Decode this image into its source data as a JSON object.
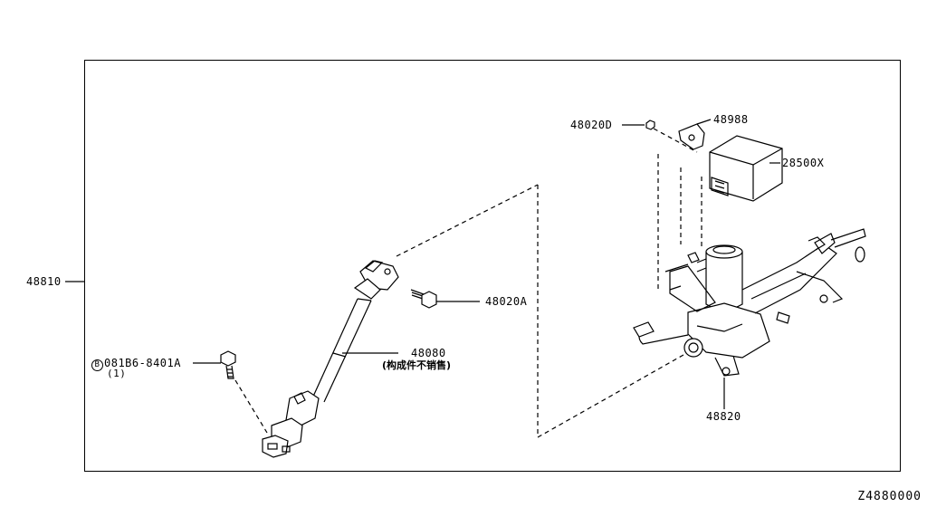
{
  "diagram": {
    "code": "Z4880000",
    "labels": {
      "assembly": "48810",
      "column": "48820",
      "shaft": "48080",
      "shaft_note": "(构成件不销售)",
      "bolt_a": "48020A",
      "bolt_b_prefix": "B",
      "bolt_b": "081B6-8401A",
      "bolt_b_qty": "(1)",
      "nut_d": "48020D",
      "bracket": "48988",
      "module": "28500X"
    }
  }
}
